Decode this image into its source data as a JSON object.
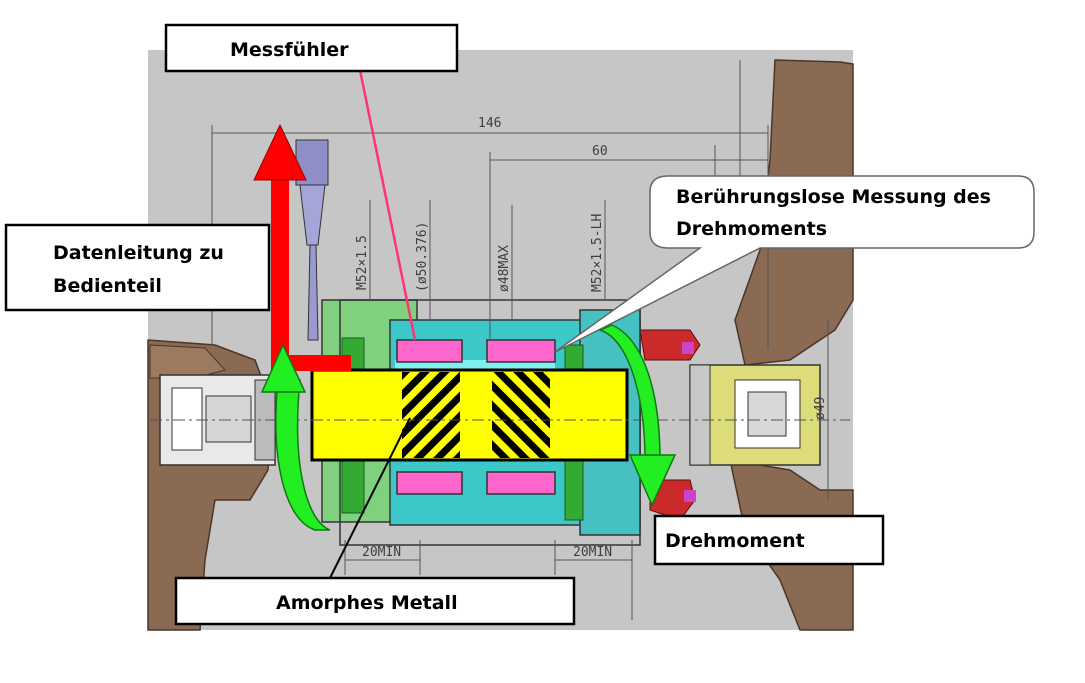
{
  "labels": {
    "messfuehler": "Messfühler",
    "datenleitung_1": "Datenleitung zu",
    "datenleitung_2": "Bedienteil",
    "beruehrungslos_1": "Berührungslose Messung des",
    "beruehrungslos_2": "Drehmoments",
    "drehmoment": "Drehmoment",
    "amorphes": "Amorphes Metall"
  },
  "drawing": {
    "dim_146": "146",
    "dim_60": "60",
    "dim_m52_left": "M52×1.5",
    "dim_phi50": "(ø50.376)",
    "dim_phi48": "ø48MAX",
    "dim_m52_right": "M52×1.5-LH",
    "dim_phi49": "ø49",
    "dim_20min_left": "20MIN",
    "dim_20min_right": "20MIN"
  },
  "colors": {
    "background_gray": "#c6c6c6",
    "frame_brown": "#8a6a52",
    "shaft_yellow": "#ffff00",
    "sensor_pink": "#ff66cc",
    "housing_cyan": "#3cc8c8",
    "arrow_red": "#ff0000",
    "arrow_green": "#22ee22",
    "pointer_pink": "#ff3377"
  }
}
